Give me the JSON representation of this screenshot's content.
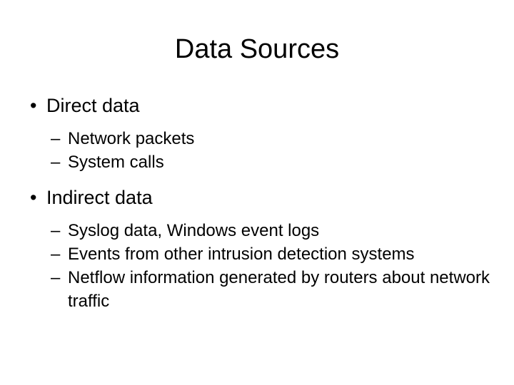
{
  "slide": {
    "title": "Data Sources",
    "bullet_char": "•",
    "dash_char": "–",
    "text_color": "#000000",
    "background_color": "#ffffff",
    "groups": [
      {
        "heading": "Direct data",
        "items": [
          "Network packets",
          "System calls"
        ]
      },
      {
        "heading": "Indirect data",
        "items": [
          "Syslog data, Windows event logs",
          "Events from other intrusion detection systems",
          "Netflow information generated by routers about network traffic"
        ]
      }
    ]
  }
}
